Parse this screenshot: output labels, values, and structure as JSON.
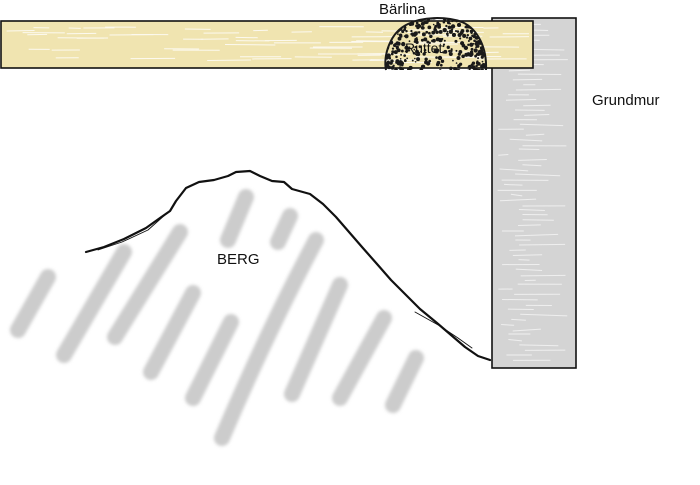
{
  "labels": {
    "barlina": "Bärlina",
    "ruttet": "Ruttet",
    "grundmur": "Grundmur",
    "berg": "BERG"
  },
  "colors": {
    "barlina_fill": "#f0e4b0",
    "barlina_grain": "#ffffff",
    "grundmur_fill": "#d4d4d4",
    "grundmur_grain": "#f2f2f2",
    "rot": "#1a1a1a",
    "rock_stripes": "#cccccc",
    "outline": "#111111"
  }
}
